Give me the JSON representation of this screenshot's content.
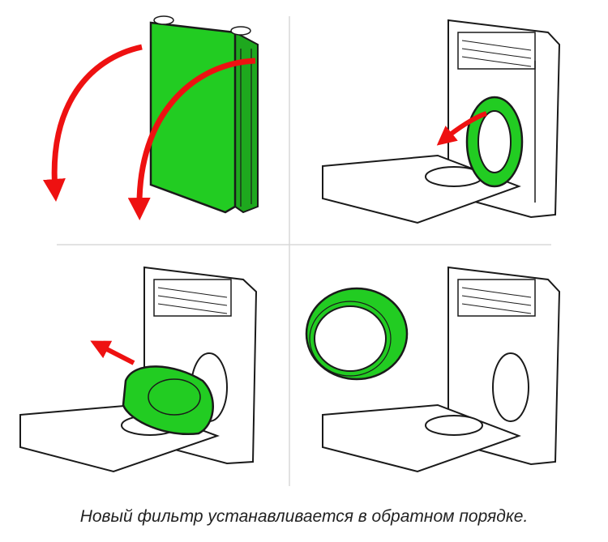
{
  "caption": "Новый фильтр устанавливается в обратном порядке.",
  "colors": {
    "filter_green": "#22cc22",
    "arrow_red": "#ee1111",
    "outline": "#1a1a1a",
    "body_fill": "#ffffff",
    "divider": "#d8d8d8"
  },
  "panels": [
    {
      "name": "panel-remove-cover",
      "step": 1
    },
    {
      "name": "panel-slide-filter-out",
      "step": 2
    },
    {
      "name": "panel-lift-filter",
      "step": 3
    },
    {
      "name": "panel-filter-removed",
      "step": 4
    }
  ]
}
